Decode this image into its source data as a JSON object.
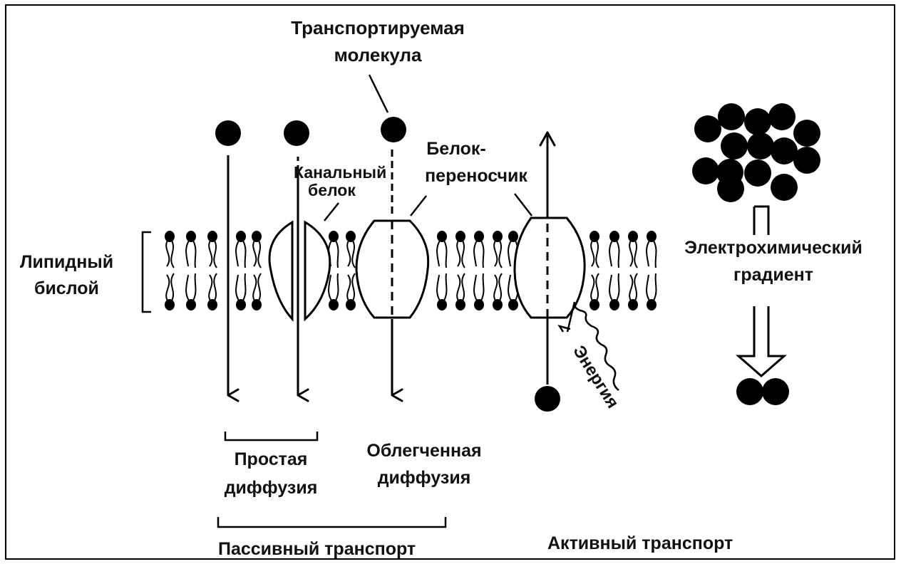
{
  "labels": {
    "transported_molecule_1": "Транспортируемая",
    "transported_molecule_2": "молекула",
    "channel_protein_1": "Канальный",
    "channel_protein_2": "белок",
    "carrier_protein_1": "Белок-",
    "carrier_protein_2": "переносчик",
    "lipid_bilayer_1": "Липидный",
    "lipid_bilayer_2": "бислой",
    "electrochemical_1": "Электрохимический",
    "electrochemical_2": "градиент",
    "energy": "Энергия",
    "simple_diffusion_1": "Простая",
    "simple_diffusion_2": "диффузия",
    "facilitated_diffusion_1": "Облегченная",
    "facilitated_diffusion_2": "диффузия",
    "passive_transport": "Пассивный транспорт",
    "active_transport": "Активный транспорт"
  }
}
